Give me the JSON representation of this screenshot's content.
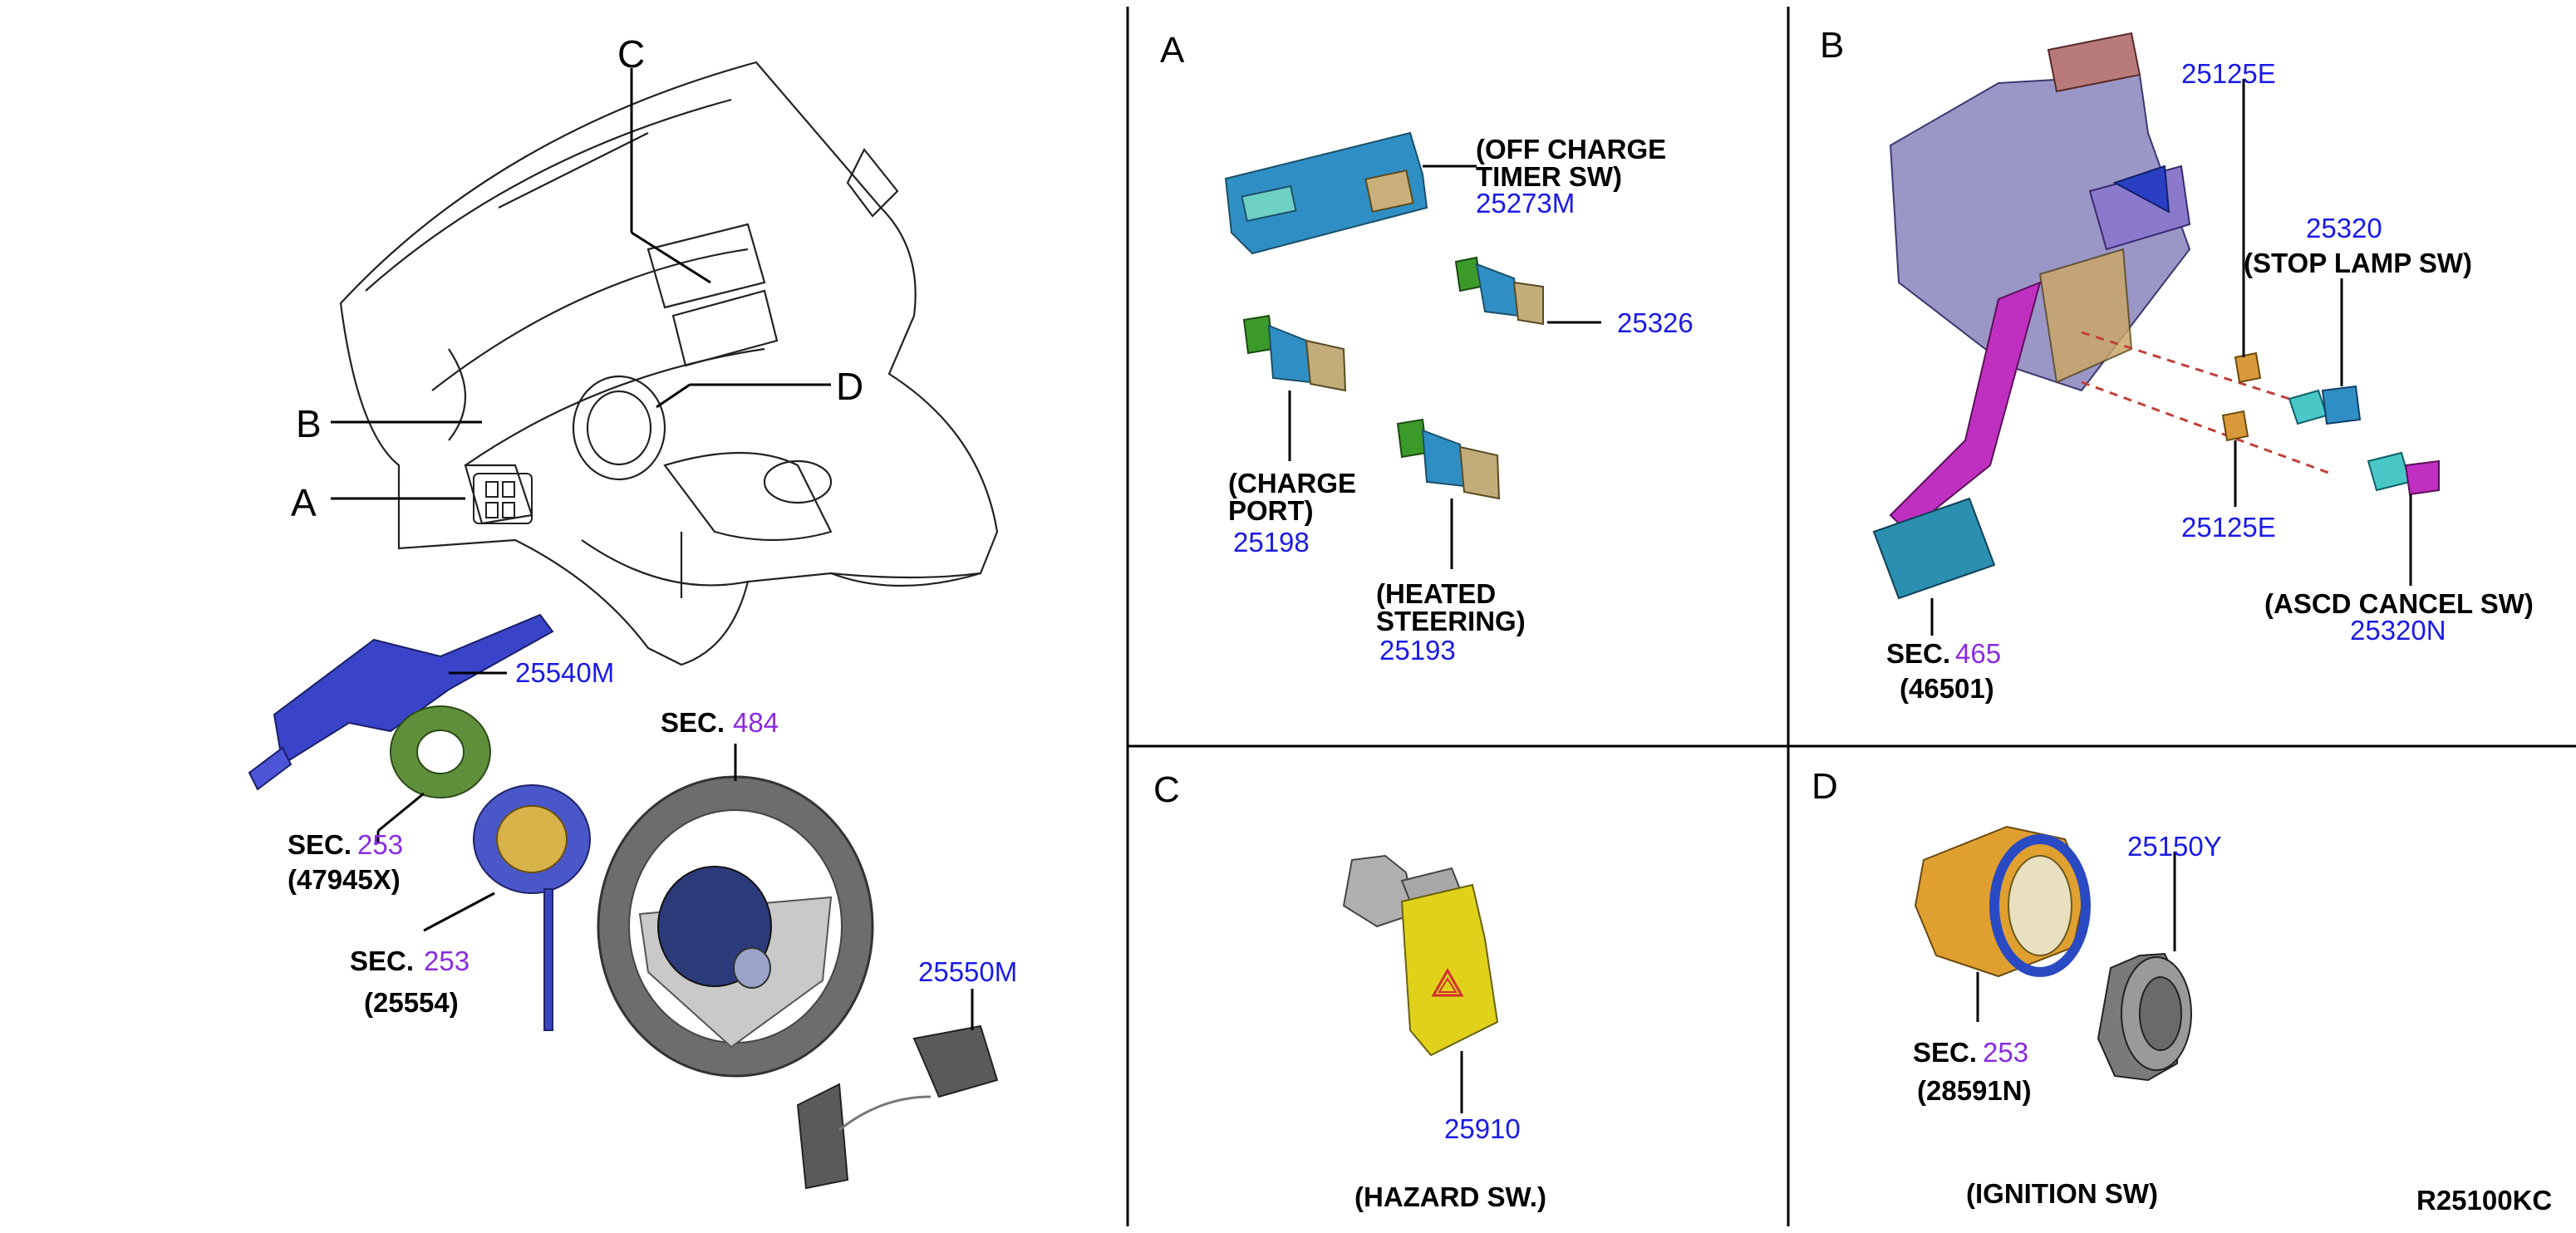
{
  "overview": {
    "callouts": [
      "A",
      "B",
      "C",
      "D"
    ],
    "parts": {
      "combo_switch": "25540M",
      "spiral_cable_sec": "SEC.",
      "spiral_cable_sec_num": "253",
      "spiral_cable_part": "(47945X)",
      "steering_angle_sec": "SEC.",
      "steering_angle_sec_num": "253",
      "steering_angle_part": "(25554)",
      "steering_wheel_sec": "SEC.",
      "steering_wheel_sec_num": "484",
      "steering_switch": "25550M"
    }
  },
  "panel_a": {
    "letter": "A",
    "off_charge_line1": "(OFF CHARGE",
    "off_charge_line2": "TIMER SW)",
    "off_charge_num": "25273M",
    "sw_25326": "25326",
    "charge_line1": "(CHARGE",
    "charge_line2": "PORT)",
    "charge_num": "25198",
    "heated_line1": "(HEATED",
    "heated_line2": "STEERING)",
    "heated_num": "25193"
  },
  "panel_b": {
    "letter": "B",
    "top_25125e": "25125E",
    "stop_num": "25320",
    "stop_label": "(STOP LAMP SW)",
    "bottom_25125e": "25125E",
    "ascd_label": "(ASCD CANCEL SW)",
    "ascd_num": "25320N",
    "sec": "SEC.",
    "sec_num": "465",
    "sec_part": "(46501)"
  },
  "panel_c": {
    "letter": "C",
    "hazard_num": "25910",
    "hazard_label": "(HAZARD SW.)"
  },
  "panel_d": {
    "letter": "D",
    "ign_num": "25150Y",
    "sec": "SEC.",
    "sec_num": "253",
    "sec_part": "(28591N)",
    "ign_label": "(IGNITION SW)",
    "ref_code": "R25100KC"
  },
  "colors": {
    "part_blue": "#1a1ae6",
    "sec_purple": "#8a2be2",
    "switch_blue": "#2f8fc4",
    "hazard_yellow": "#e0d21a",
    "pedal_magenta": "#c030c0",
    "lock_gold": "#e0a030"
  }
}
